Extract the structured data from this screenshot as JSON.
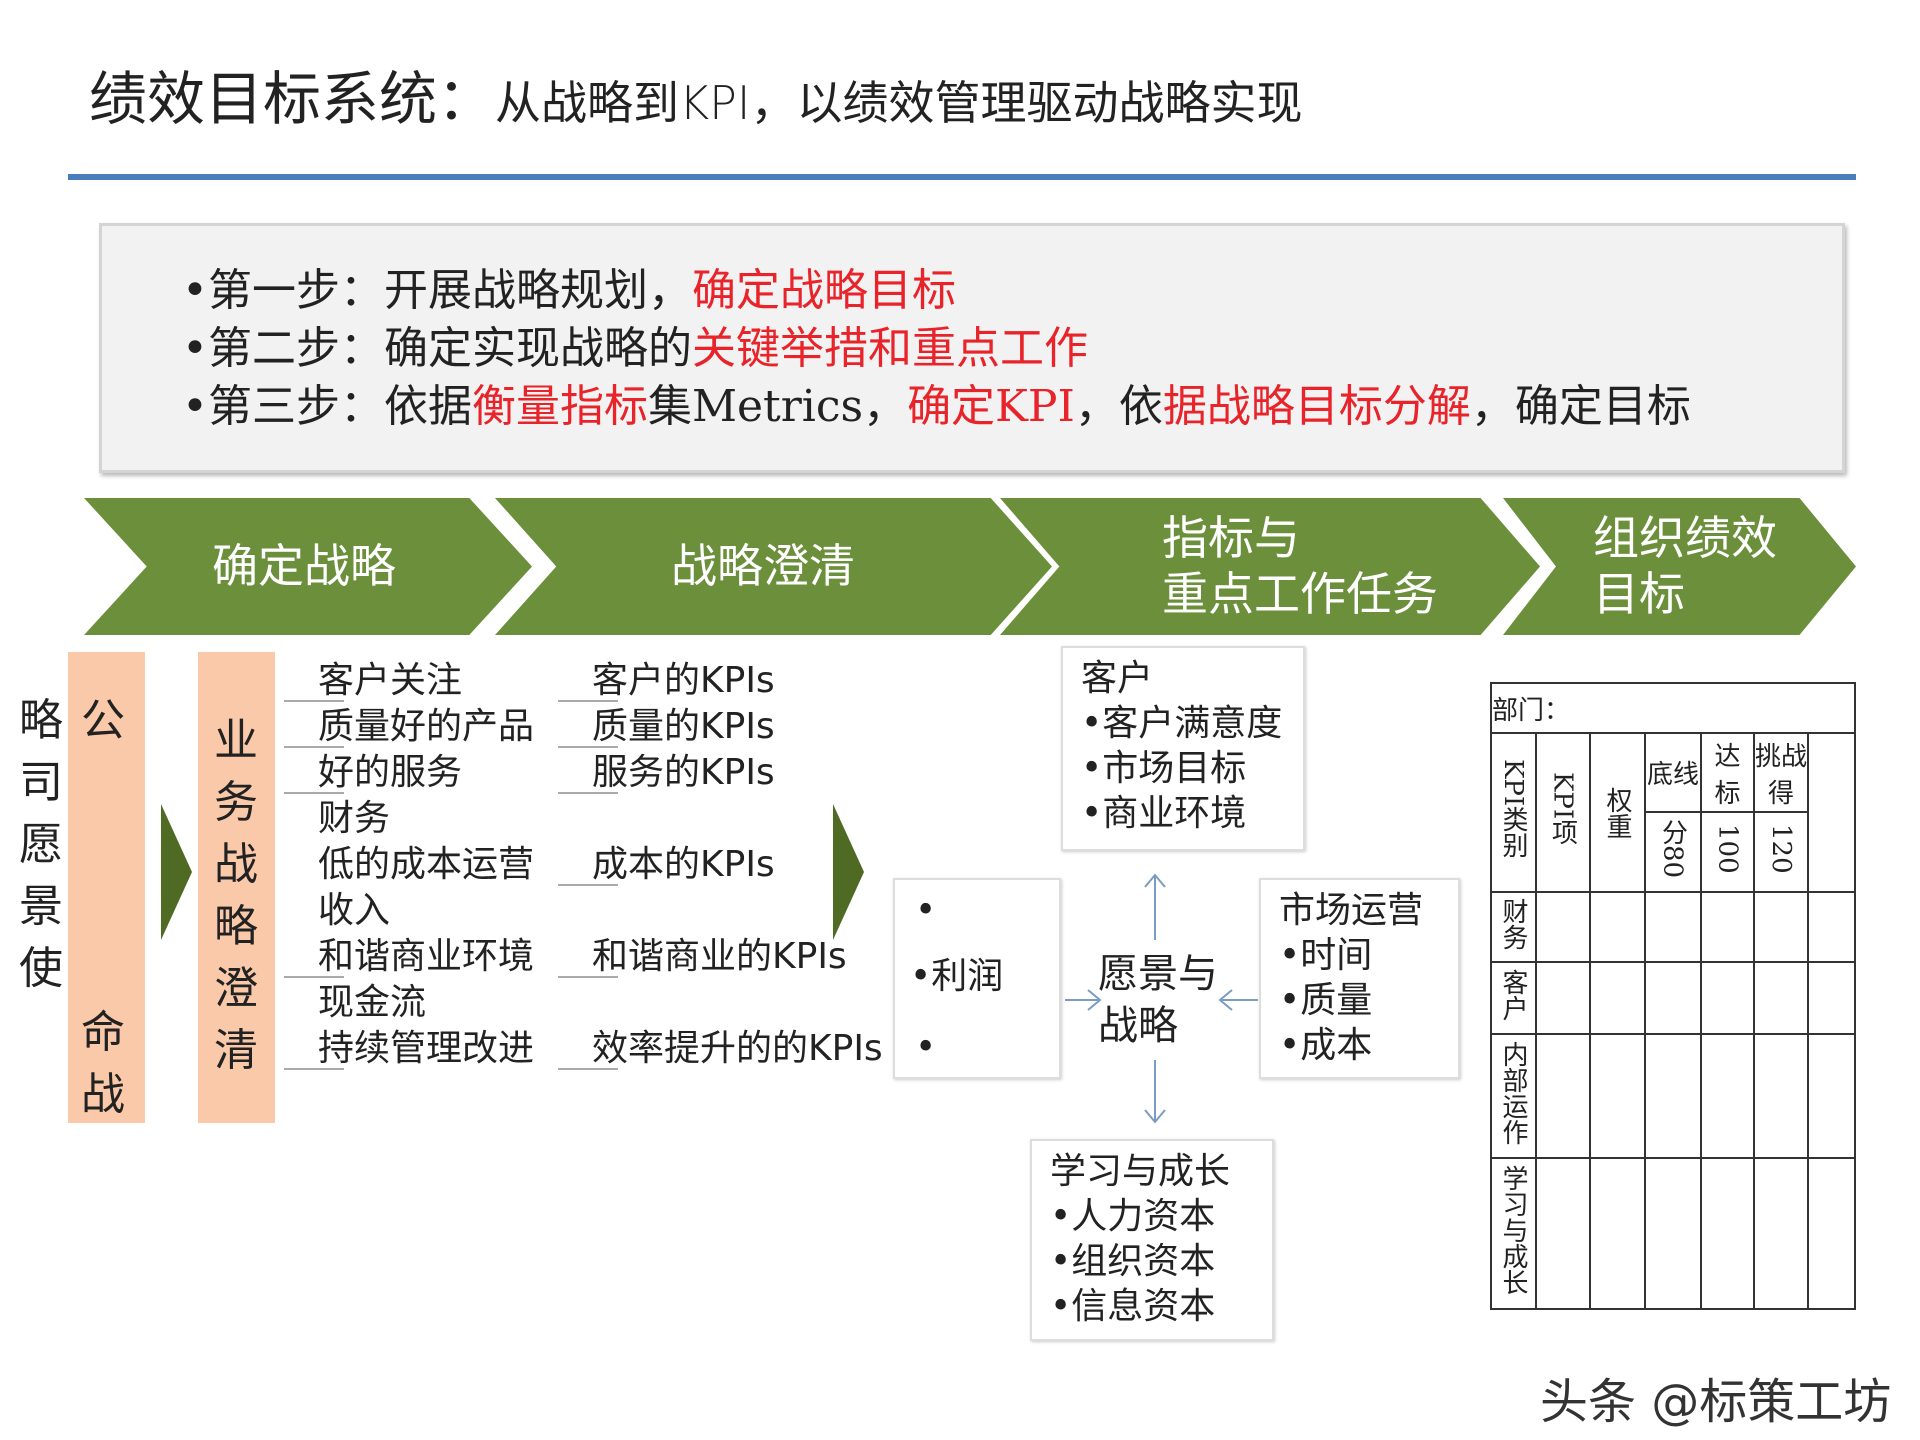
{
  "title": {
    "main": "绩效目标系统：",
    "sub": "从战略到KPI，以绩效管理驱动战略实现"
  },
  "steps": [
    {
      "prefix": "•第一步：开展战略规划，",
      "red": "确定战略目标"
    },
    {
      "prefix": "•第二步：确定实现战略的",
      "red": "关键举措和重点工作"
    },
    {
      "p1": "•第三步：依据",
      "r1": "衡量指标",
      "p2": "集Metrics，",
      "r2": "确定KPI",
      "p3": "，依",
      "r3": "据战略目标分解",
      "p4": "，确定目标"
    }
  ],
  "chevrons": [
    "确定战略",
    "战略澄清",
    "指标与",
    "重点工作任务",
    "组织绩效",
    "目标"
  ],
  "left_label": "略司愿景使",
  "bar1_top": "公",
  "bar1_bottom": "命战",
  "bar2": "业务战略澄清",
  "goals": [
    "客户关注",
    "质量好的产品",
    "好的服务",
    "财务",
    "低的成本运营",
    "收入",
    "和谐商业环境",
    "现金流",
    "持续管理改进"
  ],
  "kpis": [
    "客户的KPIs",
    "质量的KPIs",
    "服务的KPIs",
    "成本的KPIs",
    "和谐商业的KPIs",
    "效率提升的的KPIs"
  ],
  "profit": "•利润",
  "bullets": [
    "•",
    "•"
  ],
  "customer_box": [
    "客户",
    "•客户满意度",
    "•市场目标",
    "•商业环境"
  ],
  "center": [
    "愿景与",
    "战略"
  ],
  "market_box": [
    "市场运营",
    "•时间",
    "•质量",
    "•成本"
  ],
  "learning_box": [
    "学习与成长",
    "•人力资本",
    "•组织资本",
    "•信息资本"
  ],
  "table": {
    "dept": "部门：",
    "h_category": "KPI类别",
    "h_item": "KPI项",
    "h_weight": "权重",
    "h_base": "底线",
    "h_target": "达标",
    "h_challenge": "挑战 得",
    "h_base_score": "分80",
    "h_target_score": "100",
    "h_challenge_score": "120",
    "rows": [
      "财务",
      "客户",
      "内部运作",
      "学习与成长"
    ]
  },
  "watermark": "头条 @标策工坊",
  "colors": {
    "accent": "#4a7ebb",
    "green": "#6b8f3a",
    "peach": "#f9c9a9",
    "red": "#e8232a"
  }
}
